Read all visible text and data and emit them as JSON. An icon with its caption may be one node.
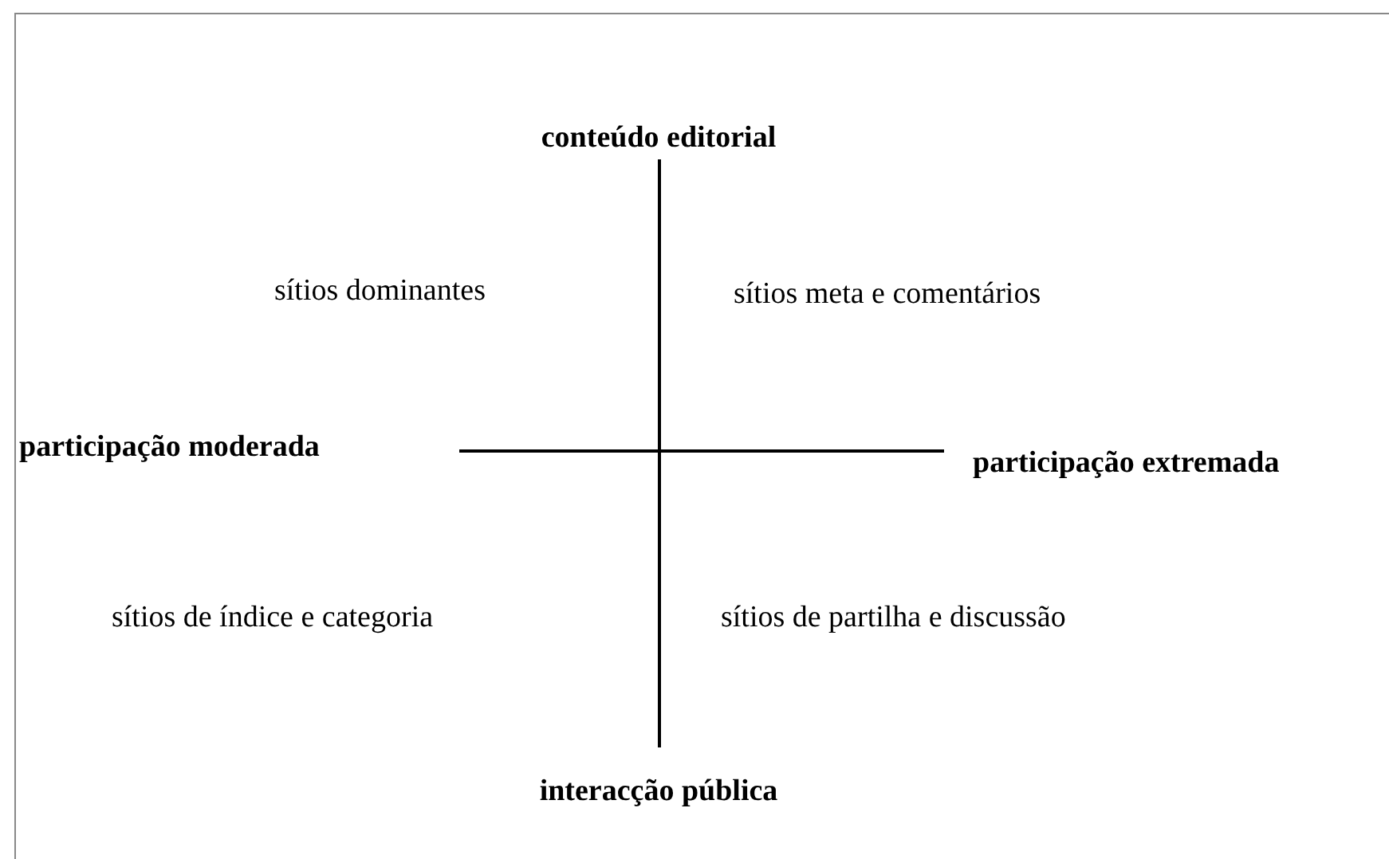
{
  "diagram": {
    "labels": [
      "conteúdo editorial",
      "sítios dominantes",
      "sítios meta e comentários",
      "participação moderada",
      "participação extremada",
      "sítios de índice e categoria",
      "sítios de partilha e discussão",
      "interacção pública"
    ]
  }
}
